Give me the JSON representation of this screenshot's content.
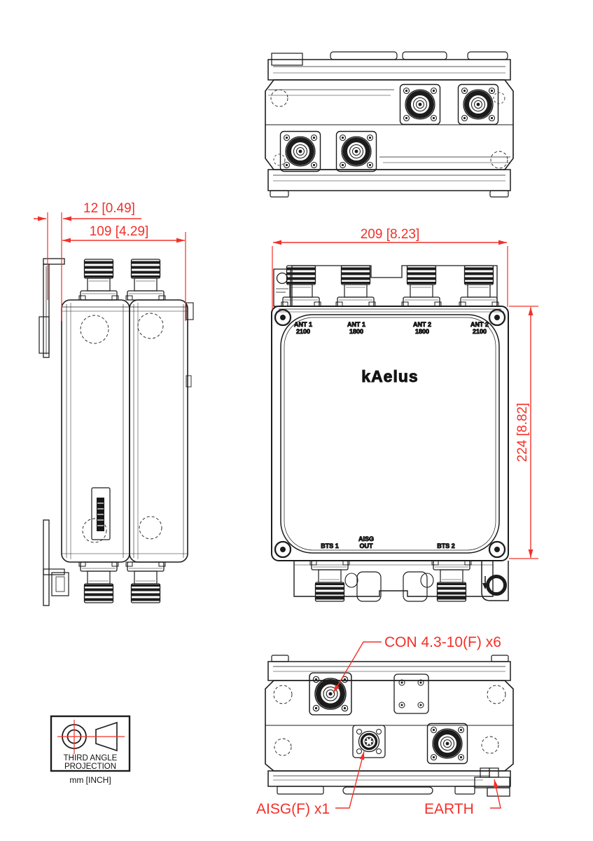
{
  "logo": "kAelus",
  "dimensions": {
    "bracket_offset": "12 [0.49]",
    "depth": "109 [4.29]",
    "width": "209 [8.23]",
    "height": "224 [8.82]"
  },
  "front_ports": [
    {
      "line1": "ANT 1",
      "line2": "2100"
    },
    {
      "line1": "ANT 1",
      "line2": "1800"
    },
    {
      "line1": "ANT 2",
      "line2": "1800"
    },
    {
      "line1": "ANT 2",
      "line2": "2100"
    }
  ],
  "bottom_ports": {
    "bts1": "BTS 1",
    "aisg_line1": "AISG",
    "aisg_line2": "OUT",
    "bts2": "BTS 2"
  },
  "callouts": {
    "connector": "CON 4.3-10(F) x6",
    "aisg": "AISG(F) x1",
    "earth": "EARTH"
  },
  "projection_box": {
    "line1": "THIRD ANGLE",
    "line2": "PROJECTION",
    "units": "mm [INCH]"
  },
  "colors": {
    "line": "#1c1c1c",
    "dimension_red": "#f23028"
  }
}
